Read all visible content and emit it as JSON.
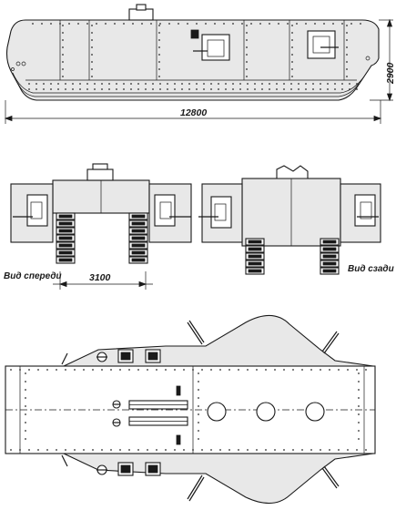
{
  "dimensions": {
    "length": "12800",
    "height": "2900",
    "track_width": "3100"
  },
  "labels": {
    "front_view": "Вид спереди",
    "rear_view": "Вид сзади"
  }
}
